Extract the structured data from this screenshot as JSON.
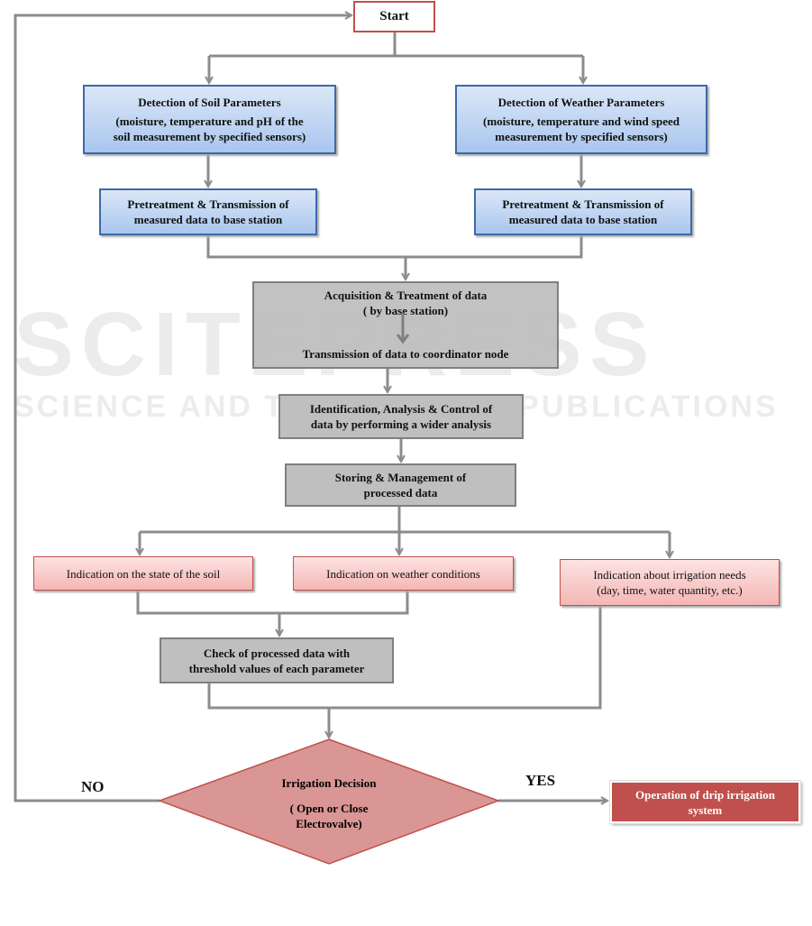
{
  "watermark": {
    "title": "SCITEPRESS",
    "subtitle": "SCIENCE AND TECHNOLOGY PUBLICATIONS"
  },
  "nodes": {
    "start": "Start",
    "soil_detection": [
      "Detection of Soil Parameters",
      "(moisture, temperature and pH of the",
      "soil measurement by specified sensors)"
    ],
    "weather_detection": [
      "Detection of Weather Parameters",
      "(moisture, temperature and wind speed",
      "measurement by specified sensors)"
    ],
    "soil_pretreatment": [
      "Pretreatment & Transmission of",
      "measured data to base station"
    ],
    "weather_pretreatment": [
      "Pretreatment & Transmission of",
      "measured data to base station"
    ],
    "acquisition": [
      "Acquisition & Treatment of data",
      "( by base station)",
      "Transmission of  data to coordinator node"
    ],
    "identification": [
      "Identification, Analysis  & Control of",
      "data by performing a wider analysis"
    ],
    "storing": [
      "Storing & Management of",
      "processed data"
    ],
    "soil_indication": "Indication on the state of the soil",
    "weather_indication": "Indication on weather conditions",
    "irrigation_needs": [
      "Indication about irrigation needs",
      "(day, time, water quantity, etc.)"
    ],
    "check": [
      "Check  of processed data with",
      "threshold values of each parameter"
    ],
    "decision": [
      "Irrigation Decision",
      "( Open or Close",
      "Electrovalve)"
    ],
    "operation": [
      "Operation of drip irrigation",
      "system"
    ]
  },
  "edge_labels": {
    "no": "NO",
    "yes": "YES"
  },
  "colors": {
    "blue_border": "#3e6aa8",
    "red": "#c0504d",
    "diamond": "#d99694",
    "gray": "#bfbfbf",
    "arrow": "#8c8c8c"
  }
}
